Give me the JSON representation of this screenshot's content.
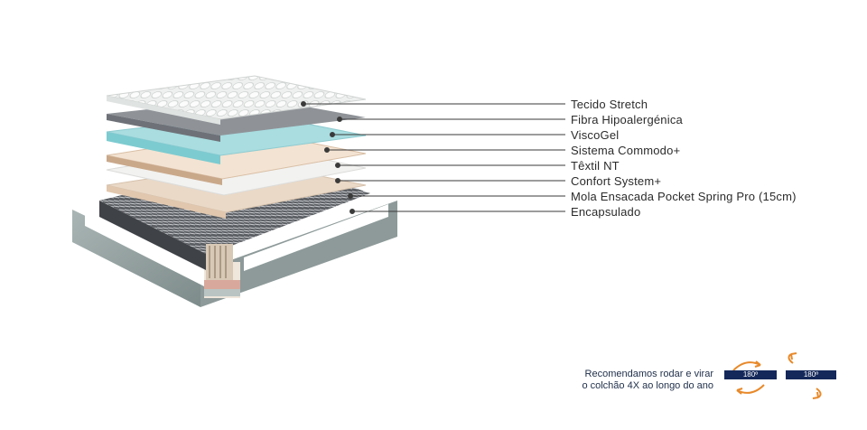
{
  "layers": [
    {
      "name": "Tecido Stretch"
    },
    {
      "name": "Fibra Hipoalergénica"
    },
    {
      "name": "ViscoGel"
    },
    {
      "name": "Sistema Commodo+"
    },
    {
      "name": "Têxtil NT"
    },
    {
      "name": "Confort System+"
    },
    {
      "name": "Mola Ensacada Pocket Spring Pro (15cm)"
    },
    {
      "name": "Encapsulado"
    }
  ],
  "recommendation": {
    "line1": "Recomendamos rodar e virar",
    "line2": "o colchão 4X ao longo do ano"
  },
  "rotations": [
    {
      "label": "180º"
    },
    {
      "label": "180º"
    }
  ],
  "colors": {
    "leader_line": "#3a3a3a",
    "badge": "#14285a",
    "arrow": "#e8892a"
  }
}
